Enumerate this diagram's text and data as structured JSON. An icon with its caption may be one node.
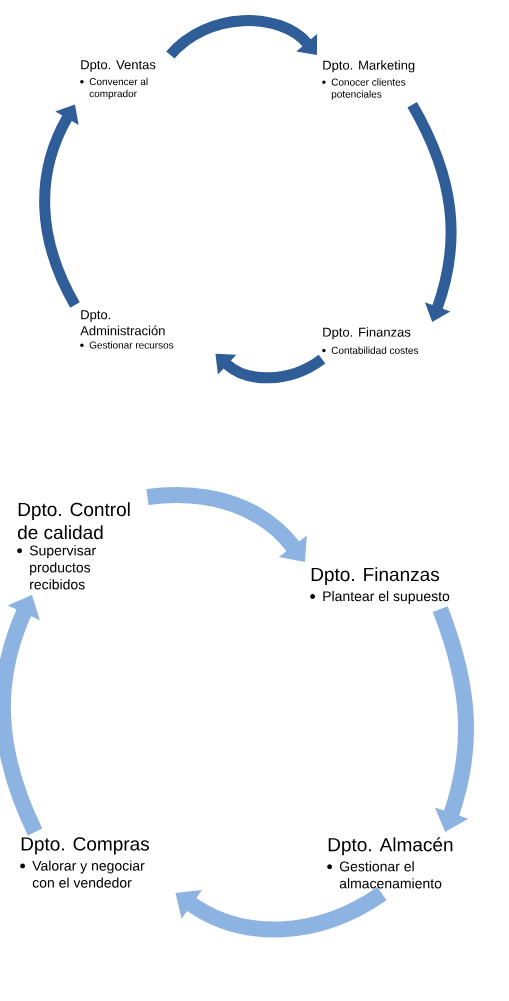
{
  "diagram": {
    "nodes": [
      {
        "text": [
          "Dpto. Ventas",
          "Convencer al comprador"
        ]
      },
      {
        "text": [
          "Dpto. Marketing",
          "Conocer clientes potenciales"
        ]
      },
      {
        "text": [
          "Dpto. Finanzas",
          "Contabilidad costes"
        ]
      },
      {
        "text": [
          "Dpto. Administración",
          "Gestionar recursos"
        ]
      },
      {
        "text": [
          "Dpto. Control de calidad",
          "Supervisar productos recibidos"
        ]
      },
      {
        "text": [
          "Dpto. Finanzas",
          "Plantear el supuesto"
        ]
      },
      {
        "text": [
          "Dpto. Almacén",
          "Gestionar el almacenamiento"
        ]
      },
      {
        "text": [
          "Dpto. Compras",
          "Valorar y negociar con el vendedor"
        ]
      }
    ],
    "edges": [
      {
        "from": 0,
        "to": 1,
        "arrow": "to",
        "color": "#2f5d98"
      },
      {
        "from": 1,
        "to": 2,
        "arrow": "to",
        "color": "#2f5d98"
      },
      {
        "from": 2,
        "to": 3,
        "arrow": "to",
        "color": "#2f5d98"
      },
      {
        "from": 3,
        "to": 0,
        "arrow": "to",
        "color": "#2f5d98"
      },
      {
        "from": 4,
        "to": 5,
        "arrow": "to",
        "color": "#8db3e2"
      },
      {
        "from": 5,
        "to": 6,
        "arrow": "to",
        "color": "#8db3e2"
      },
      {
        "from": 6,
        "to": 7,
        "arrow": "to",
        "color": "#8db3e2"
      },
      {
        "from": 7,
        "to": 4,
        "arrow": "to",
        "color": "#8db3e2"
      }
    ]
  }
}
